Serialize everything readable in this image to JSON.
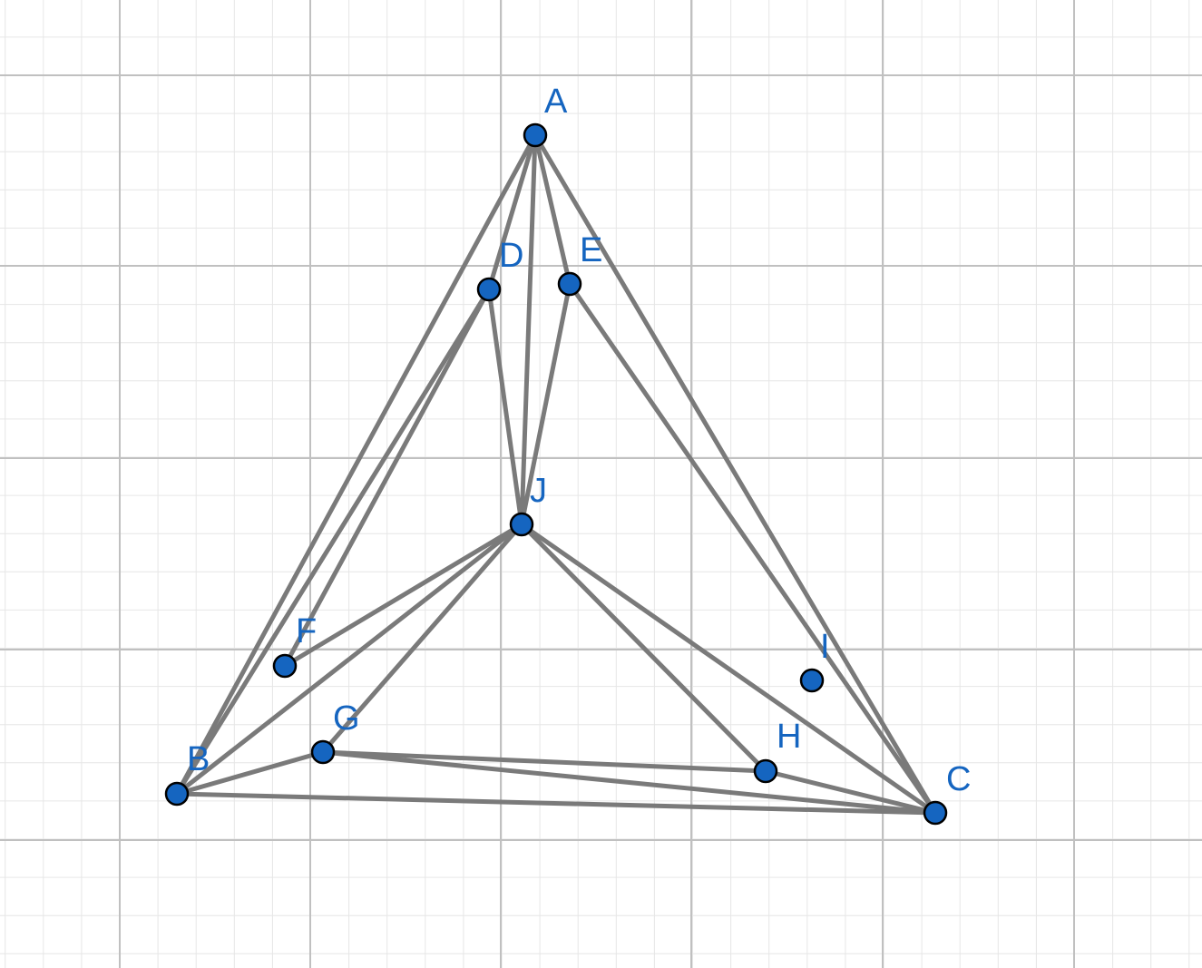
{
  "colors": {
    "point_fill": "#1565c0",
    "label": "#1565c0",
    "segment": "#7a7a7a",
    "grid_major": "#c0c0c0",
    "grid_minor": "#e6e6e6"
  },
  "points": [
    {
      "id": "A",
      "label": "A"
    },
    {
      "id": "B",
      "label": "B"
    },
    {
      "id": "C",
      "label": "C"
    },
    {
      "id": "D",
      "label": "D"
    },
    {
      "id": "E",
      "label": "E"
    },
    {
      "id": "F",
      "label": "F"
    },
    {
      "id": "G",
      "label": "G"
    },
    {
      "id": "H",
      "label": "H"
    },
    {
      "id": "I",
      "label": "I"
    },
    {
      "id": "J",
      "label": "J"
    }
  ],
  "segments": [
    [
      "A",
      "B"
    ],
    [
      "A",
      "C"
    ],
    [
      "A",
      "D"
    ],
    [
      "A",
      "E"
    ],
    [
      "A",
      "J"
    ],
    [
      "D",
      "B"
    ],
    [
      "D",
      "F"
    ],
    [
      "D",
      "J"
    ],
    [
      "E",
      "J"
    ],
    [
      "E",
      "C"
    ],
    [
      "J",
      "F"
    ],
    [
      "J",
      "B"
    ],
    [
      "J",
      "G"
    ],
    [
      "J",
      "H"
    ],
    [
      "J",
      "C"
    ],
    [
      "B",
      "C"
    ],
    [
      "B",
      "G"
    ],
    [
      "G",
      "H"
    ],
    [
      "G",
      "C"
    ],
    [
      "H",
      "C"
    ]
  ]
}
